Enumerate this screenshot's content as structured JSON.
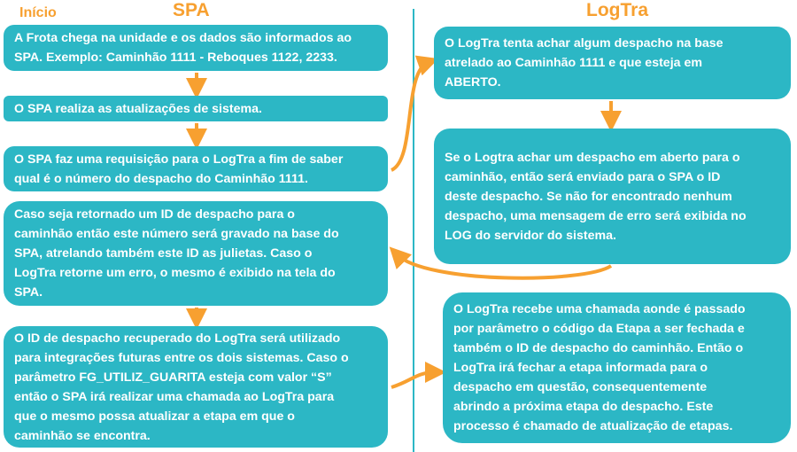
{
  "titles": {
    "start": "Início",
    "spa": "SPA",
    "logtra": "LogTra"
  },
  "colors": {
    "box": "#2cb7c5",
    "arrow": "#f7a030",
    "divider": "#2cb7c5"
  },
  "spa_steps": [
    "A Frota chega na unidade e os dados são informados ao\nSPA. Exemplo: Caminhão 1111 - Reboques 1122, 2233.",
    "O SPA realiza as atualizações de sistema.",
    "O SPA faz uma requisição para o LogTra a fim de saber\nqual é o número do despacho do Caminhão 1111.",
    "Caso seja retornado um ID de despacho para o\ncaminhão então este número será gravado na base do\nSPA, atrelando também este ID as julietas. Caso o\nLogTra retorne um erro, o mesmo é exibido na tela do\nSPA.",
    "O ID de despacho recuperado do LogTra será utilizado\npara integrações futuras entre os dois sistemas. Caso o\nparâmetro FG_UTILIZ_GUARITA esteja com valor “S”\nentão o SPA irá realizar uma chamada ao LogTra para\nque o mesmo possa atualizar a etapa em que o\ncaminhão se encontra."
  ],
  "logtra_steps": [
    "O LogTra tenta achar algum despacho na base\natrelado ao Caminhão 1111 e que esteja em\nABERTO.",
    "Se o Logtra achar um despacho em aberto para o\ncaminhão, então será enviado para o SPA o ID\ndeste despacho. Se não for encontrado nenhum\ndespacho, uma mensagem de erro será exibida no\nLOG do servidor do sistema.",
    "O LogTra recebe uma chamada aonde é passado\npor parâmetro o código da Etapa a ser fechada e\ntambém o ID de despacho do caminhão. Então o\nLogTra irá fechar a etapa informada para o\ndespacho em questão, consequentemente\nabrindo a próxima etapa do despacho. Este\nprocesso é chamado de atualização de etapas."
  ]
}
